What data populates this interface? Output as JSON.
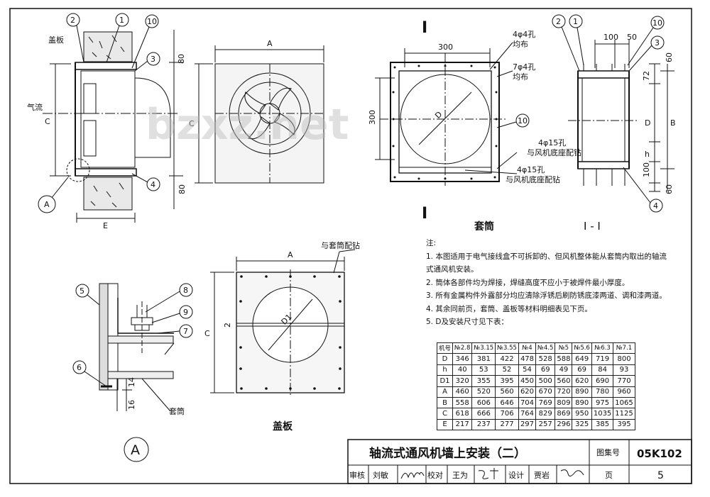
{
  "watermark": "bzxz.net",
  "labels": {
    "cover_plate": "盖板",
    "airflow": "气流",
    "dim_A": "A",
    "dim_C": "C",
    "dim_E": "E",
    "dim_B": "B",
    "dim_D": "D",
    "dim_D1": "D1",
    "dim_h": "h",
    "n80a": "80",
    "n80b": "80",
    "n300a": "300",
    "n300b": "300",
    "n100": "100",
    "n50": "50",
    "n60a": "60",
    "n72": "72",
    "n100b": "100",
    "n60b": "60",
    "n2": "2",
    "n14": "14",
    "n16": "16",
    "sec_mark": "I",
    "holes_4": "4φ4孔",
    "even_1": "均布",
    "holes_7": "7φ4孔",
    "even_2": "均布",
    "holes_15a": "4φ15孔",
    "holes_15a_note": "与风机底座配钻",
    "holes_15b": "4φ15孔",
    "holes_15b_note": "与风机底座配钻",
    "sleeve": "套筒",
    "section": "I - I",
    "drill_with_sleeve": "与套筒配钻",
    "sleeve_small": "套筒",
    "cover_plate_title": "盖板",
    "detail_A": "A",
    "detail_A_circle": "A"
  },
  "balloons": {
    "b1": "1",
    "b2": "2",
    "b3": "3",
    "b4": "4",
    "b5": "5",
    "b6": "6",
    "b7": "7",
    "b8": "8",
    "b9": "9",
    "b10": "10",
    "r1": "1",
    "r2": "2",
    "r3": "3",
    "r4": "4",
    "r10": "10",
    "m10": "10"
  },
  "notes": {
    "heading": "注:",
    "n1a": "1. 本图适用于电气接线盒不可拆卸的、但风机整体能从套筒内取出的轴流",
    "n1b": "式通风机安装。",
    "n2": "2. 筒体各部件均为焊接，焊缝高度不应小于被焊件最小厚度。",
    "n3": "3. 所有金属构件外露部分均应清除浮锈后刷防锈底漆两道、调和漆两道。",
    "n4": "4. 其余同前页，套筒、盖板等材料明细表见下页。",
    "n5": "5. D及安装尺寸见下表："
  },
  "table": {
    "header": [
      "机号",
      "№2.8",
      "№3.15",
      "№3.55",
      "№4",
      "№4.5",
      "№5",
      "№5.6",
      "№6.3",
      "№7.1"
    ],
    "rows": [
      [
        "D",
        "346",
        "381",
        "422",
        "478",
        "528",
        "588",
        "649",
        "719",
        "800"
      ],
      [
        "h",
        "40",
        "53",
        "52",
        "54",
        "69",
        "49",
        "69",
        "84",
        "93"
      ],
      [
        "D1",
        "320",
        "355",
        "395",
        "450",
        "500",
        "560",
        "620",
        "690",
        "770"
      ],
      [
        "A",
        "460",
        "520",
        "560",
        "620",
        "670",
        "720",
        "890",
        "780",
        "960"
      ],
      [
        "B",
        "558",
        "606",
        "646",
        "704",
        "769",
        "809",
        "890",
        "975",
        "1065"
      ],
      [
        "C",
        "618",
        "666",
        "706",
        "764",
        "829",
        "869",
        "950",
        "1035",
        "1125"
      ],
      [
        "E",
        "217",
        "237",
        "277",
        "297",
        "257",
        "296",
        "325",
        "385",
        "395"
      ]
    ]
  },
  "title_block": {
    "title": "轴流式通风机墙上安装（二）",
    "atlas_label": "图集号",
    "atlas_no": "05K102",
    "review_label": "审核",
    "reviewer": "刘敏",
    "check_label": "校对",
    "checker": "王为",
    "design_label": "设计",
    "designer": "贾岩",
    "page_label": "页",
    "page_no": "5"
  }
}
